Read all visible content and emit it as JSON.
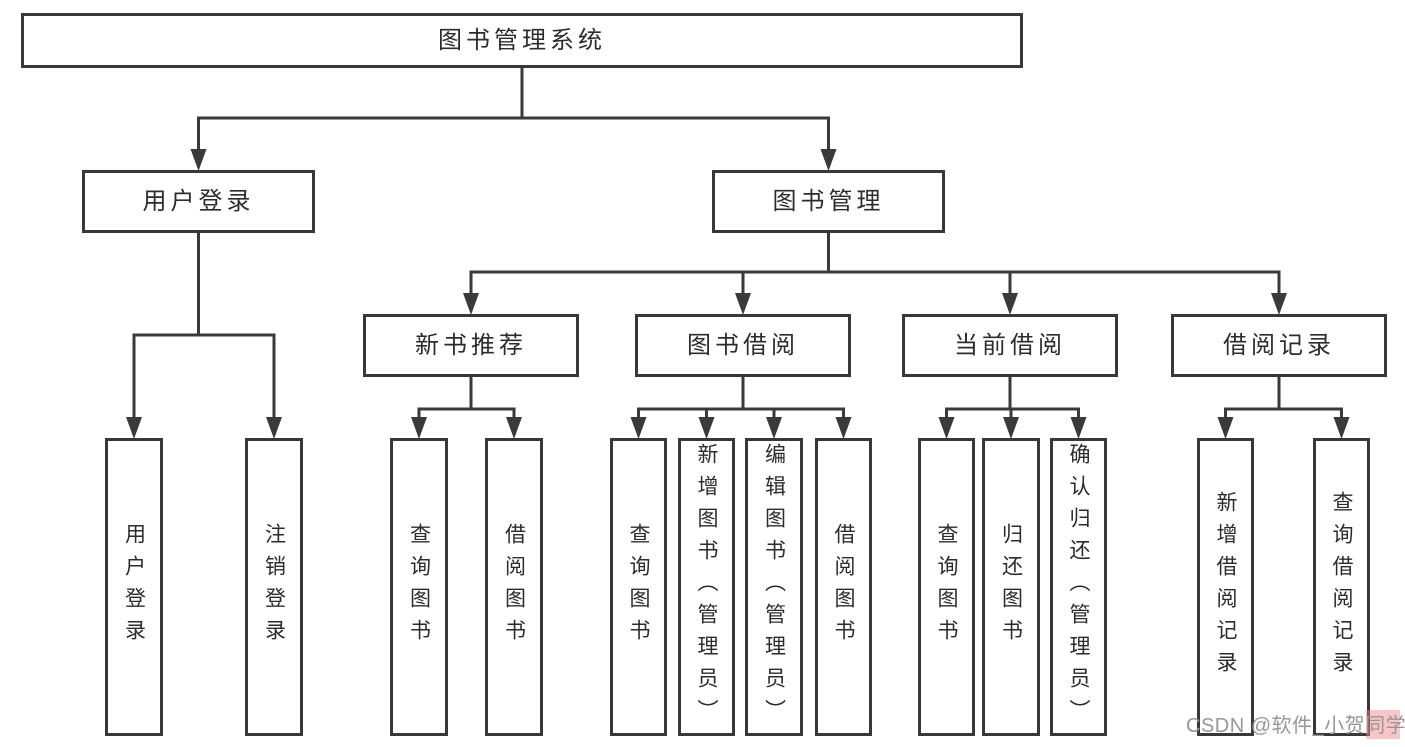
{
  "diagram": {
    "kind": "hierarchy-tree",
    "root_label": "图书管理系统"
  },
  "nodes": [
    {
      "id": "root",
      "label": "图书管理系统",
      "orientation": "horizontal"
    },
    {
      "id": "user-login",
      "label": "用户登录",
      "orientation": "horizontal"
    },
    {
      "id": "book-management",
      "label": "图书管理",
      "orientation": "horizontal"
    },
    {
      "id": "new-book-recommend",
      "label": "新书推荐",
      "orientation": "horizontal"
    },
    {
      "id": "book-borrowing",
      "label": "图书借阅",
      "orientation": "horizontal"
    },
    {
      "id": "current-borrowing",
      "label": "当前借阅",
      "orientation": "horizontal"
    },
    {
      "id": "borrowing-records",
      "label": "借阅记录",
      "orientation": "horizontal"
    },
    {
      "id": "leaf-user-login",
      "label": "用户登录",
      "orientation": "vertical"
    },
    {
      "id": "leaf-logout",
      "label": "注销登录",
      "orientation": "vertical"
    },
    {
      "id": "leaf-nbr-query-books",
      "label": "查询图书",
      "orientation": "vertical"
    },
    {
      "id": "leaf-nbr-borrow-books",
      "label": "借阅图书",
      "orientation": "vertical"
    },
    {
      "id": "leaf-bb-query-books",
      "label": "查询图书",
      "orientation": "vertical"
    },
    {
      "id": "leaf-bb-add-books",
      "label": "新增图书（管理员）",
      "orientation": "vertical"
    },
    {
      "id": "leaf-bb-edit-books",
      "label": "编辑图书（管理员）",
      "orientation": "vertical"
    },
    {
      "id": "leaf-bb-borrow-books",
      "label": "借阅图书",
      "orientation": "vertical"
    },
    {
      "id": "leaf-cb-query-books",
      "label": "查询图书",
      "orientation": "vertical"
    },
    {
      "id": "leaf-cb-return-books",
      "label": "归还图书",
      "orientation": "vertical"
    },
    {
      "id": "leaf-cb-confirm-return",
      "label": "确认归还（管理员）",
      "orientation": "vertical"
    },
    {
      "id": "leaf-br-add-record",
      "label": "新增借阅记录",
      "orientation": "vertical"
    },
    {
      "id": "leaf-br-query-record",
      "label": "查询借阅记录",
      "orientation": "vertical"
    }
  ],
  "edges": [
    {
      "from": "root",
      "to": [
        "user-login",
        "book-management"
      ]
    },
    {
      "from": "user-login",
      "to": [
        "leaf-user-login",
        "leaf-logout"
      ]
    },
    {
      "from": "book-management",
      "to": [
        "new-book-recommend",
        "book-borrowing",
        "current-borrowing",
        "borrowing-records"
      ]
    },
    {
      "from": "new-book-recommend",
      "to": [
        "leaf-nbr-query-books",
        "leaf-nbr-borrow-books"
      ]
    },
    {
      "from": "book-borrowing",
      "to": [
        "leaf-bb-query-books",
        "leaf-bb-add-books",
        "leaf-bb-edit-books",
        "leaf-bb-borrow-books"
      ]
    },
    {
      "from": "current-borrowing",
      "to": [
        "leaf-cb-query-books",
        "leaf-cb-return-books",
        "leaf-cb-confirm-return"
      ]
    },
    {
      "from": "borrowing-records",
      "to": [
        "leaf-br-add-record",
        "leaf-br-query-record"
      ]
    }
  ],
  "watermark": {
    "text": "CSDN @软件_小贺同学"
  },
  "colors": {
    "line": "#3a3a3a",
    "border": "#383838",
    "text": "#2c2c2c",
    "background": "#ffffff",
    "watermark": "#979797",
    "watermark_highlight": "#f08080"
  }
}
